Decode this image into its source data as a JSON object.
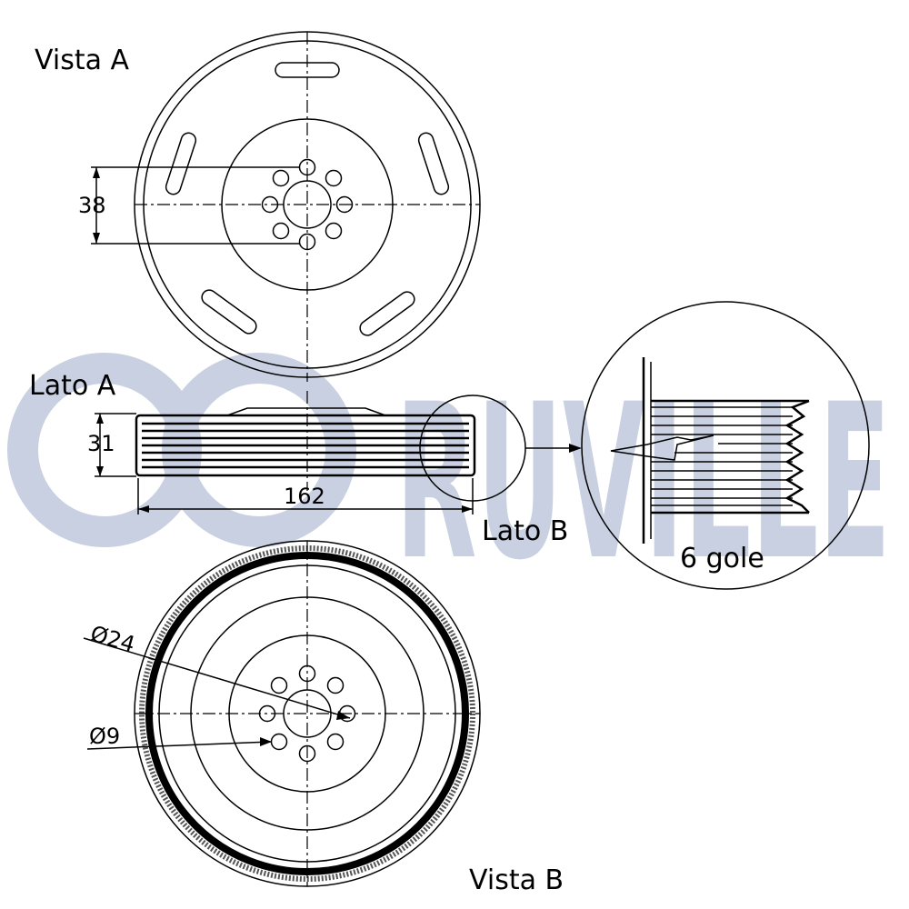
{
  "labels": {
    "view_a": "Vista A",
    "view_b": "Vista B",
    "side_a": "Lato A",
    "side_b": "Lato B",
    "grooves": "6 gole"
  },
  "dimensions": {
    "bolt_spacing": "38",
    "width": "31",
    "outer_diameter": "162",
    "center_hole": "Ø24",
    "bolt_hole": "Ø9"
  },
  "watermark": {
    "text": "RUVILLE",
    "color": "#c9d0e2"
  }
}
